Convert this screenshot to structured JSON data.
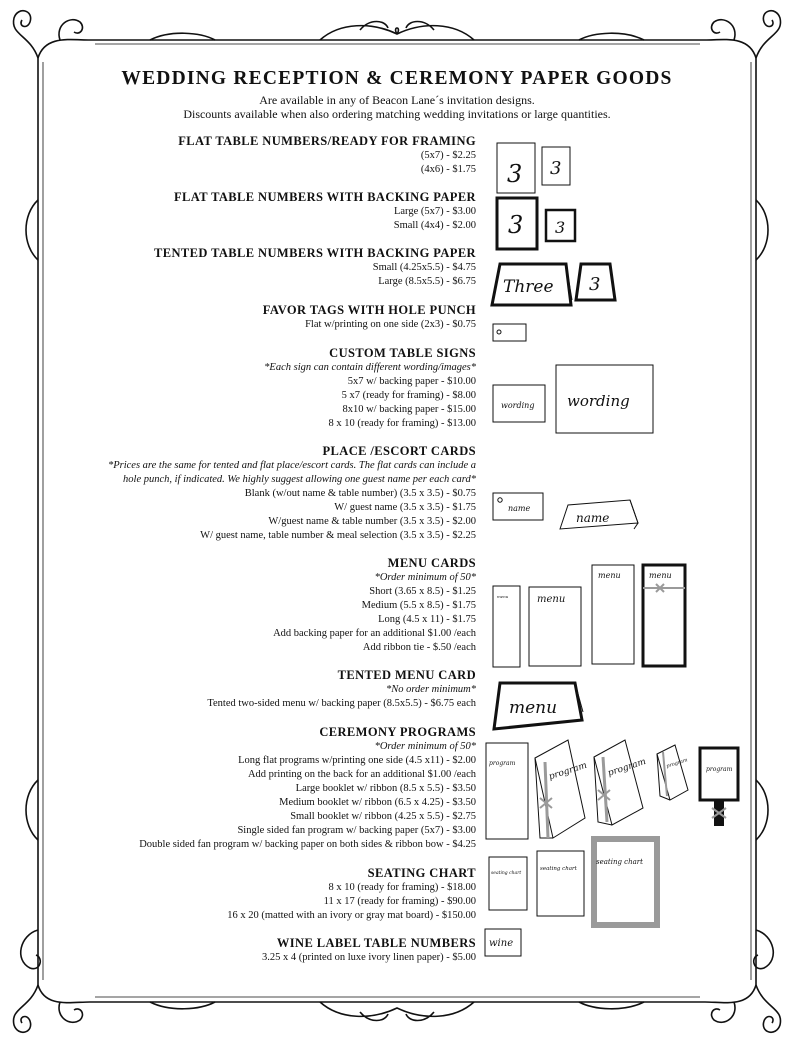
{
  "header": {
    "title": "WEDDING RECEPTION & CEREMONY PAPER GOODS",
    "subtitle_1": "Are available in any of Beacon Lane´s invitation designs.",
    "subtitle_2": "Discounts available when also ordering matching wedding invitations or large quantities."
  },
  "sections": [
    {
      "title": "FLAT TABLE NUMBERS/READY FOR FRAMING",
      "lines": [
        "(5x7) - $2.25",
        "(4x6) - $1.75"
      ]
    },
    {
      "title": "FLAT TABLE NUMBERS WITH BACKING PAPER",
      "lines": [
        "Large (5x7) - $3.00",
        "Small (4x4) - $2.00"
      ]
    },
    {
      "title": "TENTED TABLE NUMBERS WITH BACKING PAPER",
      "lines": [
        "Small (4.25x5.5) - $4.75",
        "Large (8.5x5.5) - $6.75"
      ]
    },
    {
      "title": "FAVOR TAGS WITH HOLE PUNCH",
      "lines": [
        "Flat w/printing on one side (2x3) - $0.75"
      ]
    },
    {
      "title": "CUSTOM TABLE SIGNS",
      "note": "*Each sign can contain different wording/images*",
      "lines": [
        "5x7 w/ backing paper - $10.00",
        "5 x7 (ready for framing) - $8.00",
        "8x10 w/ backing paper - $15.00",
        "8 x 10 (ready for framing) - $13.00"
      ]
    },
    {
      "title": "PLACE /ESCORT CARDS",
      "note_lines": [
        "*Prices are the same for tented and flat place/escort cards. The flat cards can include a",
        "hole punch, if indicated. We highly suggest allowing one guest name per each card*"
      ],
      "lines": [
        "Blank (w/out name & table number) (3.5 x 3.5) - $0.75",
        "W/ guest name  (3.5 x 3.5) - $1.75",
        "W/guest name & table number (3.5 x 3.5) - $2.00",
        "W/ guest name, table number & meal selection (3.5 x 3.5) - $2.25"
      ]
    },
    {
      "title": "MENU CARDS",
      "note": "*Order minimum of 50*",
      "lines": [
        "Short (3.65 x 8.5) - $1.25",
        "Medium (5.5 x 8.5) - $1.75",
        "Long (4.5 x 11) - $1.75",
        "Add backing paper for an additional $1.00 /each",
        "Add ribbon tie - $.50 /each"
      ]
    },
    {
      "title": "TENTED MENU CARD",
      "note": "*No order minimum*",
      "lines": [
        "Tented two-sided menu w/ backing paper (8.5x5.5) - $6.75 each"
      ]
    },
    {
      "title": "CEREMONY PROGRAMS",
      "note": "*Order minimum of 50*",
      "lines": [
        "Long flat programs w/printing one side (4.5 x11) - $2.00",
        "Add printing on the back for an additional $1.00 /each",
        "Large booklet w/ ribbon (8.5 x 5.5) - $3.50",
        "Medium booklet w/ ribbon (6.5 x 4.25) - $3.50",
        "Small booklet w/ ribbon (4.25 x 5.5) - $2.75",
        "Single sided fan program w/ backing paper (5x7) - $3.00",
        "Double sided fan program w/ backing paper on both sides & ribbon bow - $4.25"
      ]
    },
    {
      "title": "SEATING CHART",
      "lines": [
        "8 x 10 (ready for framing) - $18.00",
        "11 x 17 (ready for framing) - $90.00",
        "16 x 20 (matted with an ivory or gray mat board) - $150.00"
      ]
    },
    {
      "title": "WINE LABEL TABLE NUMBERS",
      "lines": [
        "3.25 x 4 (printed on luxe ivory linen paper) - $5.00"
      ]
    }
  ],
  "illustrations": {
    "numeral": "3",
    "three_word": "Three",
    "wording": "wording",
    "name": "name",
    "menu": "menu",
    "program": "program",
    "seating_chart": "seating chart",
    "wine": "wine"
  },
  "colors": {
    "ink": "#111111",
    "gray_frame": "#9a9a9a",
    "ribbon": "#b8b8b8"
  }
}
